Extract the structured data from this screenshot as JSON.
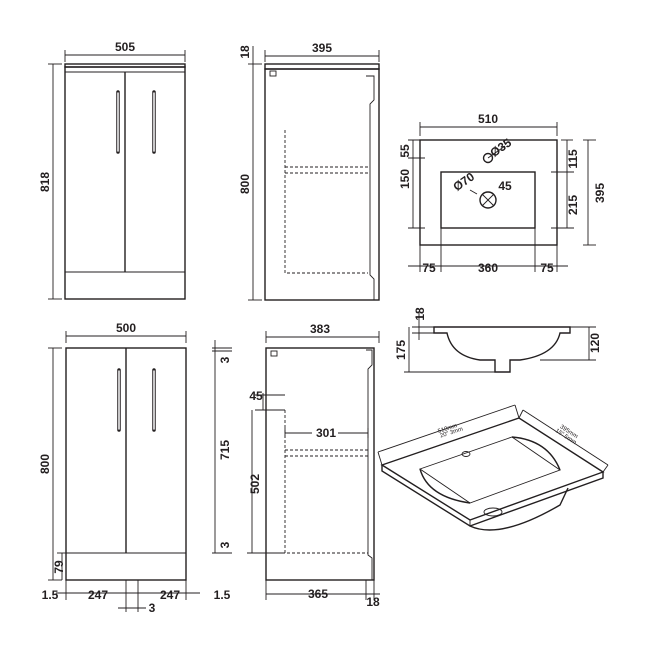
{
  "dims": {
    "top_front_width": "505",
    "top_front_height": "818",
    "top_side_lip": "18",
    "top_side_depth": "395",
    "top_side_height": "800",
    "basin_width": "510",
    "basin_tap_offset": "55",
    "basin_bowl_height": "150",
    "basin_tap_hole": "Ø35",
    "basin_waste_hole": "Ø70",
    "basin_angle": "45",
    "basin_right_top": "115",
    "basin_right_bottom": "215",
    "basin_depth": "395",
    "basin_left_margin": "75",
    "basin_bowl_width": "360",
    "basin_right_margin": "75",
    "basin_side_lip": "18",
    "basin_side_height": "175",
    "basin_side_bowl": "120",
    "bottom_front_width": "500",
    "bottom_front_height": "800",
    "bottom_front_top_gap": "3",
    "bottom_front_door_height": "715",
    "bottom_front_bottom_gap": "3",
    "bottom_front_plinth": "79",
    "bottom_left_edge": "1.5",
    "bottom_left_door": "247",
    "bottom_right_door": "247",
    "bottom_right_edge": "1.5",
    "bottom_center_gap": "3",
    "bottom_side_depth": "383",
    "bottom_side_shelf_drop": "45",
    "bottom_side_shelf_depth": "301",
    "bottom_side_shelf_height": "502",
    "bottom_side_base_depth": "365",
    "bottom_side_back": "18",
    "iso_width": "510mm",
    "iso_width_in": "20\" 3mm",
    "iso_depth": "395mm",
    "iso_depth_in": "15\" 5mm"
  }
}
